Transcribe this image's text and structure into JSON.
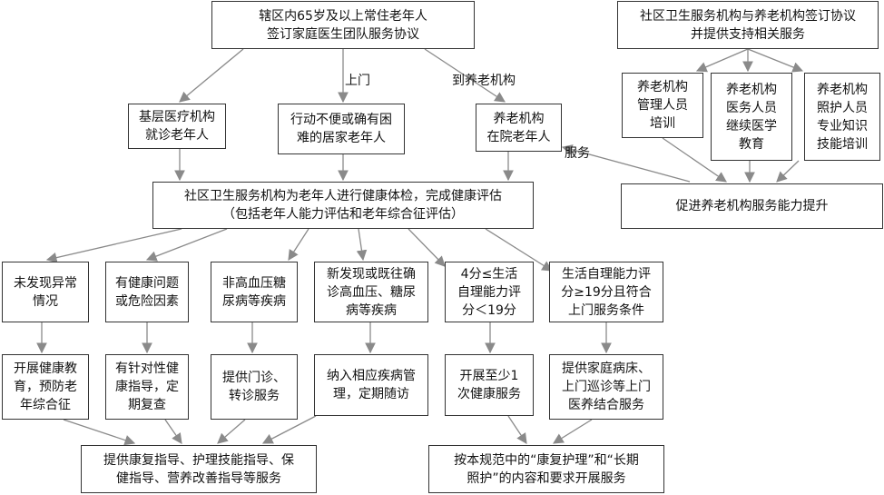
{
  "nodes": {
    "top_main": "辖区内65岁及以上常住老年人\n签订家庭医生团队服务协议",
    "top_right": "社区卫生服务机构与养老机构签订协议\n并提供支持相关服务",
    "primary_care": "基层医疗机构\n就诊老年人",
    "homebound": "行动不便或确有困\n难的居家老年人",
    "nursing_home": "养老机构\n在院老年人",
    "mgmt_training": "养老机构\n管理人员\n培训",
    "medical_cme": "养老机构\n医务人员\n继续医学\n教育",
    "caregiver_training": "养老机构\n照护人员\n专业知识\n技能培训",
    "capacity": "促进养老机构服务能力提升",
    "assessment": "社区卫生服务机构为老年人进行健康体检，完成健康评估\n（包括老年人能力评估和老年综合征评估）",
    "c1": "未发现异常\n情况",
    "c2": "有健康问题\n或危险因素",
    "c3": "非高血压糖\n尿病等疾病",
    "c4": "新发现或既往确\n诊高血压、糖尿\n病等疾病",
    "c5": "4分≤生活\n自理能力评\n分＜19分",
    "c6": "生活自理能力评\n分≥19分且符合\n上门服务条件",
    "a1": "开展健康教\n育，预防老\n年综合征",
    "a2": "有针对性健\n康指导，定\n期复查",
    "a3": "提供门诊、\n转诊服务",
    "a4": "纳入相应疾病管\n理，定期随访",
    "a5": "开展至少1\n次健康服务",
    "a6": "提供家庭病床、\n上门巡诊等上门\n医养结合服务",
    "final_left": "提供康复指导、护理技能指导、保\n健指导、营养改善指导等服务",
    "final_right": "按本规范中的“康复护理”和“长期\n照护”的内容和要求开展服务"
  },
  "edge_labels": {
    "door": "上门",
    "to_nursing": "到养老机构",
    "service": "服务"
  }
}
